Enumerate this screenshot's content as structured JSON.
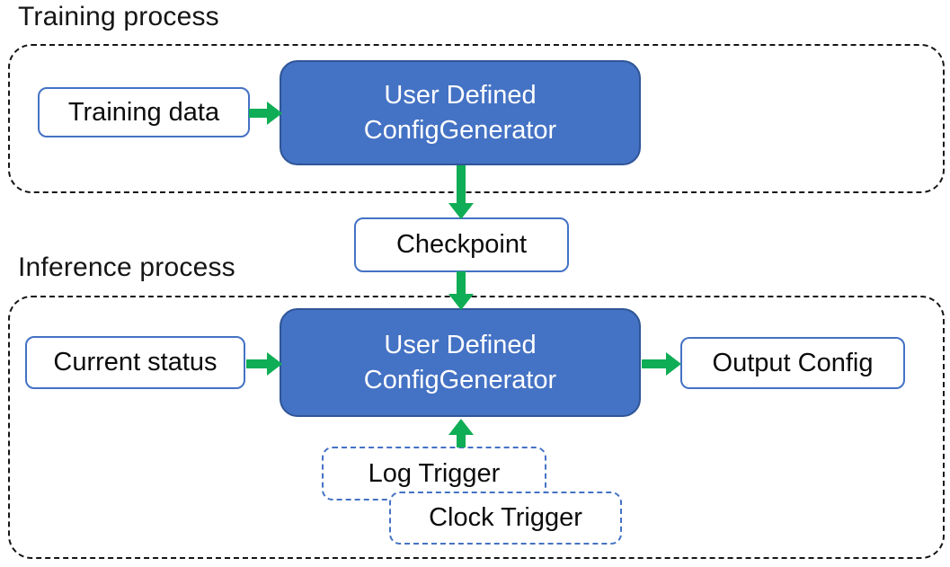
{
  "colors": {
    "generator_box_fill": "#4472C4",
    "generator_box_border": "#2F5597",
    "io_box_border": "#4472C4",
    "trigger_box_dash": "#4472C4",
    "container_dash": "#161616",
    "arrow_green": "#0FAD55",
    "text_dark": "#0c0c0c",
    "text_white": "#ffffff"
  },
  "training": {
    "title": "Training process",
    "input_label": "Training data",
    "generator_line1": "User Defined",
    "generator_line2": "ConfigGenerator"
  },
  "checkpoint": {
    "label": "Checkpoint"
  },
  "inference": {
    "title": "Inference process",
    "input_label": "Current status",
    "generator_line1": "User Defined",
    "generator_line2": "ConfigGenerator",
    "output_label": "Output Config",
    "log_trigger_label": "Log Trigger",
    "clock_trigger_label": "Clock Trigger"
  }
}
